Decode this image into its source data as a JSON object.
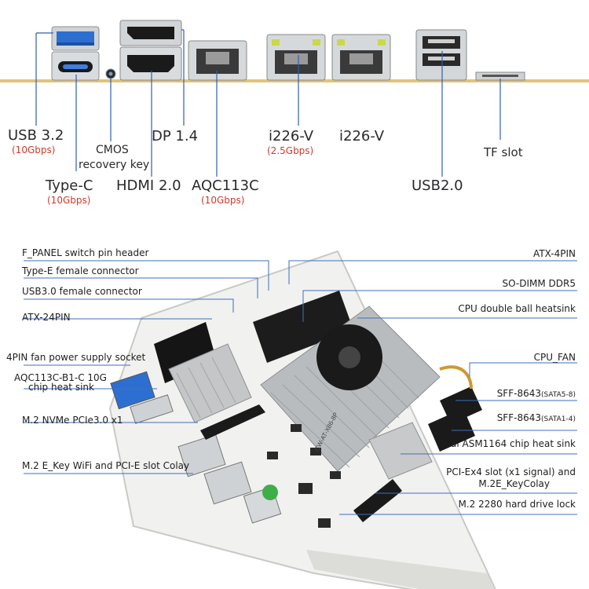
{
  "rear_io": {
    "usb32": {
      "label": "USB 3.2",
      "speed": "(10Gbps)"
    },
    "typec": {
      "label": "Type-C",
      "speed": "(10Gbps)"
    },
    "cmos": {
      "label_line1": "CMOS",
      "label_line2": "recovery key"
    },
    "hdmi": {
      "label": "HDMI 2.0"
    },
    "dp": {
      "label": "DP 1.4"
    },
    "aqc": {
      "label": "AQC113C",
      "speed": "(10Gbps)"
    },
    "i226a": {
      "label": "i226-V",
      "speed": "(2.5Gbps)"
    },
    "i226b": {
      "label": "i226-V"
    },
    "usb20": {
      "label": "USB2.0"
    },
    "tf": {
      "label": "TF slot"
    }
  },
  "board": {
    "silkscreen": "CW-AT-X86-8P",
    "callouts_left": [
      {
        "id": "f-panel",
        "text": "F_PANEL switch pin header"
      },
      {
        "id": "type-e",
        "text": "Type-E female connector"
      },
      {
        "id": "usb30",
        "text": "USB3.0 female connector"
      },
      {
        "id": "atx24",
        "text": "ATX-24PIN"
      },
      {
        "id": "fan4",
        "text": "4PIN fan power supply socket"
      },
      {
        "id": "aqc-heatsink-1",
        "text": "AQC113C-B1-C 10G"
      },
      {
        "id": "aqc-heatsink-2",
        "text": "chip heat sink"
      },
      {
        "id": "m2nvme",
        "text": "M.2 NVMe PCIe3.0 x1"
      },
      {
        "id": "m2ekey",
        "text": "M.2 E_Key WiFi and PCI-E slot Colay"
      }
    ],
    "callouts_right": [
      {
        "id": "atx4",
        "text": "ATX-4PIN"
      },
      {
        "id": "sodimm",
        "text": "SO-DIMM DDR5"
      },
      {
        "id": "cpu-heatsink",
        "text": "CPU double ball heatsink"
      },
      {
        "id": "cpu-fan",
        "text": "CPU_FAN"
      },
      {
        "id": "sff1",
        "text": "SFF-8643",
        "sub": "(SATA5-8)"
      },
      {
        "id": "sff2",
        "text": "SFF-8643",
        "sub": "(SATA1-4)"
      },
      {
        "id": "asm",
        "text": "Dual ASM1164 chip heat sink"
      },
      {
        "id": "pcie-1",
        "text": "PCI-Ex4 slot (x1 signal) and"
      },
      {
        "id": "pcie-2",
        "text": "M.2E_KeyColay"
      },
      {
        "id": "m2lock",
        "text": "M.2 2280 hard drive lock"
      }
    ]
  },
  "colors": {
    "leader": "#2f5fb0",
    "accent_red": "#d23a2a",
    "base_bar": "#e2c27a",
    "pcb": "#f1f1ef",
    "heatsink": "#b9bcbf"
  }
}
